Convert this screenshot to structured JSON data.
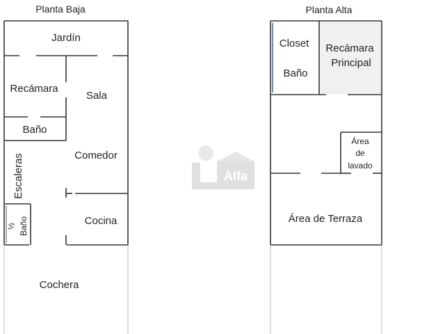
{
  "ground_floor": {
    "title": "Planta Baja",
    "rooms": {
      "garden": "Jardín",
      "bedroom": "Recámara",
      "living": "Sala",
      "bath": "Baño",
      "stairs": "Escaleras",
      "dining": "Comedor",
      "half_bath_fraction": "½",
      "half_bath": "Baño",
      "kitchen": "Cocina",
      "garage": "Cochera"
    }
  },
  "upper_floor": {
    "title": "Planta Alta",
    "rooms": {
      "closet": "Closet",
      "bath": "Baño",
      "master_line1": "Recámara",
      "master_line2": "Principal",
      "laundry_line1": "Área",
      "laundry_line2": "de",
      "laundry_line3": "lavado",
      "terrace": "Área de Terraza"
    }
  },
  "watermark": {
    "text": "Alfa"
  },
  "colors": {
    "wall": "#333333",
    "master_fill": "#f0f0f0",
    "blue_wall": "#4a6fa5",
    "watermark": "#c8c8c8"
  }
}
